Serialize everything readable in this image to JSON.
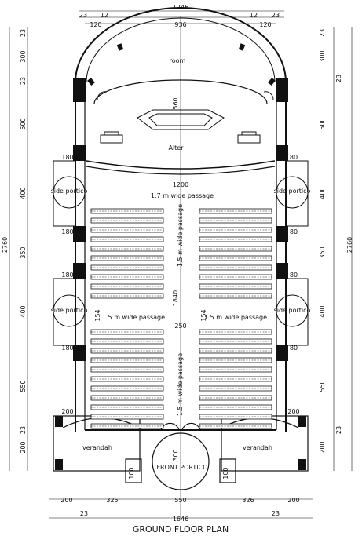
{
  "title": "GROUND FLOOR PLAN",
  "rooms": {
    "room": "room",
    "altar": "Alter",
    "passage_main": "1.7 m wide passage",
    "passage_center": "1.5 m wide passage",
    "passage_left": "1.5 m wide passage",
    "passage_right": "1.5 m wide passage",
    "side_portico": "side portico",
    "verandah": "verandah",
    "front_portico": "FRONT PORTICO"
  },
  "dimensions": {
    "top_total": "1246",
    "top_inner": "936",
    "top_23": "23",
    "top_12": "12",
    "top_120": "120",
    "bottom_total": "1646",
    "bottom_23": "23",
    "bottom_200": "200",
    "bottom_325": "325",
    "bottom_550": "550",
    "bottom_326": "326",
    "overall_height": "2760",
    "vert_23": "23",
    "vert_300": "300",
    "vert_500": "500",
    "vert_400": "400",
    "vert_350": "350",
    "vert_550": "550",
    "vert_200": "200",
    "altar_depth": "560",
    "width_1200": "1200",
    "nave_1840": "1840",
    "gap_250": "250",
    "porch_300": "300",
    "porch_100": "100",
    "side_180": "180",
    "side_80": "80",
    "side_154": "154",
    "verandah_200": "200"
  }
}
